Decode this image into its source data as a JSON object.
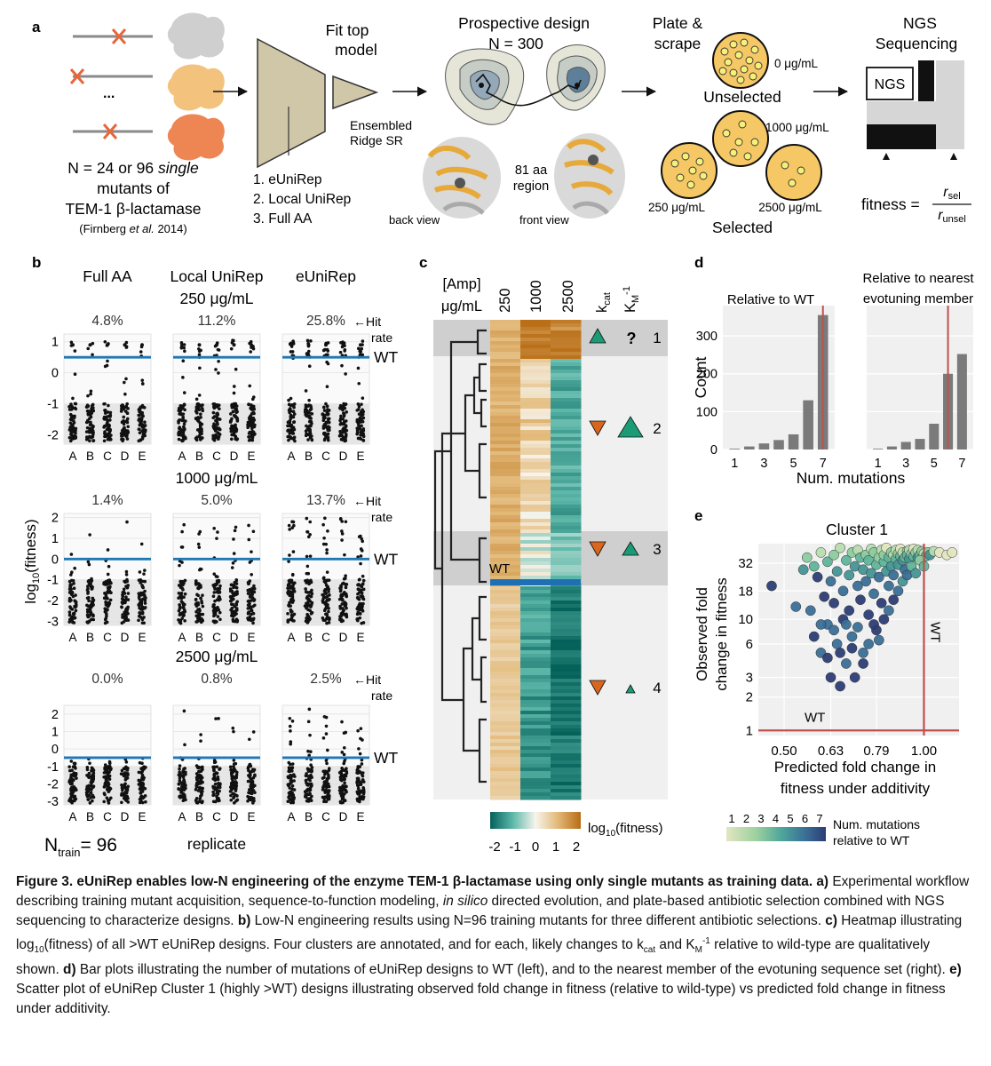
{
  "panel_labels": {
    "a": "a",
    "b": "b",
    "c": "c",
    "d": "d",
    "e": "e"
  },
  "panel_a": {
    "n_line1": "N = 24 or 96",
    "n_single": "single",
    "n_line2": "mutants of",
    "n_line3": "TEM-1 β-lactamase",
    "citation": "(Firnberg et al. 2014)",
    "citation_parts": [
      "(Firnberg ",
      "et al.",
      " 2014)"
    ],
    "ellipsis": "...",
    "fit_title_1": "Fit top",
    "fit_title_2": "model",
    "ensembled_1": "Ensembled",
    "ensembled_2": "Ridge SR",
    "models": [
      "1. eUniRep",
      "2. Local UniRep",
      "3. Full AA"
    ],
    "prospective_1": "Prospective design",
    "prospective_2": "N = 300",
    "region_1": "81 aa",
    "region_2": "region",
    "back_view": "back view",
    "front_view": "front view",
    "plate_1": "Plate &",
    "plate_2": "scrape",
    "conc_0": "0 μg/mL",
    "unselected": "Unselected",
    "conc_1000": "1000 μg/mL",
    "conc_250": "250 μg/mL",
    "conc_2500": "2500 μg/mL",
    "selected": "Selected",
    "ngs_1": "NGS",
    "ngs_2": "Sequencing",
    "ngs_box": "NGS",
    "fitness_label": "fitness =",
    "fitness_num": "r",
    "fitness_num_sub": "sel",
    "fitness_den": "r",
    "fitness_den_sub": "unsel",
    "colors": {
      "mutant_gray": "#8a8a8a",
      "cross": "#e8663a",
      "protein_1": "#cfcfcf",
      "protein_2": "#f3c27d",
      "protein_3": "#ee8654",
      "cone": "#cfc7a8",
      "colony_plate": "#f6c865",
      "colony": "#f6f07a"
    }
  },
  "panel_b": {
    "column_titles": [
      "Full AA",
      "Local UniRep",
      "eUniRep"
    ],
    "ylabel": "log₁₀(fitness)",
    "hit_rate_label_1": "←Hit",
    "hit_rate_label_2": "rate",
    "wt_label": "WT",
    "rows": [
      {
        "title": "250 μg/mL",
        "hit_rates": [
          "4.8%",
          "11.2%",
          "25.8%"
        ],
        "yticks": [
          "1",
          "0",
          "-1",
          "-2"
        ],
        "wt": 0.5
      },
      {
        "title": "1000 μg/mL",
        "hit_rates": [
          "1.4%",
          "5.0%",
          "13.7%"
        ],
        "yticks": [
          "2",
          "1",
          "0",
          "-1",
          "-2",
          "-3"
        ],
        "wt": 0.0
      },
      {
        "title": "2500 μg/mL",
        "hit_rates": [
          "0.0%",
          "0.8%",
          "2.5%"
        ],
        "yticks": [
          "2",
          "1",
          "0",
          "-1",
          "-2",
          "-3"
        ],
        "wt": -0.5
      }
    ],
    "xticks": [
      "A",
      "B",
      "C",
      "D",
      "E"
    ],
    "ntrain_1": "N",
    "ntrain_sub": "train",
    "ntrain_2": "= 96",
    "replicate": "replicate",
    "colors": {
      "wt_line": "#1f77b4",
      "points": "#111111",
      "band": "#e6e6e6"
    }
  },
  "panel_c": {
    "amp_1": "[Amp]",
    "amp_2": "μg/mL",
    "column_labels": [
      "250",
      "1000",
      "2500"
    ],
    "kcat_1": "k",
    "kcat_sub": "cat",
    "km_1": "K",
    "km_sub": "M",
    "km_sup": "-1",
    "clusters": [
      {
        "label": "1",
        "kcat": "up",
        "km": "?"
      },
      {
        "label": "2",
        "kcat": "down",
        "km": "up-big"
      },
      {
        "label": "3",
        "kcat": "down",
        "km": "up"
      },
      {
        "label": "4",
        "kcat": "down",
        "km": "up-small"
      }
    ],
    "wt_label": "WT",
    "colorbar_ticks": [
      "-2",
      "-1",
      "0",
      "1",
      "2"
    ],
    "colorbar_label": "log₁₀(fitness)",
    "colors": {
      "up_triangle": "#1b9a76",
      "down_triangle": "#d9661f",
      "wt_bar": "#1f6fb5",
      "cluster_band": "#d0d0d0",
      "low": "#05625a",
      "mid": "#f7f4ec",
      "high": "#b86d16"
    }
  },
  "panel_d": {
    "subtitles": [
      "Relative to WT",
      "Relative to nearest",
      "evotuning member"
    ],
    "ylabel": "Count",
    "xlabel": "Num. mutations",
    "yticks": [
      "0",
      "100",
      "200",
      "300"
    ],
    "xticks": [
      "1",
      "3",
      "5",
      "7"
    ],
    "xticks_right": [
      "1",
      "3",
      "5",
      "7"
    ],
    "colors": {
      "bar": "#7a7a7a",
      "red_line": "#c0504d"
    }
  },
  "panel_e": {
    "title": "Cluster 1",
    "ylabel_1": "Observed fold",
    "ylabel_2": "change in fitness",
    "xlabel_1": "Predicted fold change in",
    "xlabel_2": "fitness under additivity",
    "xticks": [
      "0.50",
      "0.63",
      "0.79",
      "1.00"
    ],
    "yticks": [
      "32",
      "18",
      "10",
      "6",
      "3",
      "2",
      "1"
    ],
    "wt_x_label": "WT",
    "wt_y_label": "WT",
    "legend_ticks": [
      "1",
      "2",
      "3",
      "4",
      "5",
      "6",
      "7"
    ],
    "legend_label_1": "Num. mutations",
    "legend_label_2": "relative to WT",
    "colors": {
      "red_line": "#c0504d"
    }
  },
  "chart_data": [
    {
      "type": "bar",
      "panel": "d-left",
      "title": "Relative to WT",
      "xlabel": "Num. mutations",
      "ylabel": "Count",
      "categories": [
        1,
        2,
        3,
        4,
        5,
        6,
        7
      ],
      "values": [
        2,
        8,
        16,
        25,
        40,
        130,
        355
      ],
      "ylim": [
        0,
        380
      ],
      "vline": 7
    },
    {
      "type": "bar",
      "panel": "d-right",
      "title": "Relative to nearest evotuning member",
      "xlabel": "Num. mutations",
      "ylabel": "Count",
      "categories": [
        1,
        2,
        3,
        4,
        5,
        6,
        7
      ],
      "values": [
        2,
        8,
        20,
        28,
        68,
        200,
        252
      ],
      "ylim": [
        0,
        380
      ],
      "vline": 6
    },
    {
      "type": "scatter",
      "panel": "e",
      "title": "Cluster 1",
      "xlabel": "Predicted fold change in fitness under additivity",
      "ylabel": "Observed fold change in fitness",
      "x_scale": "log",
      "y_scale": "log",
      "xlim": [
        0.44,
        1.19
      ],
      "ylim": [
        0.9,
        48
      ],
      "points": [
        [
          0.47,
          20,
          7
        ],
        [
          0.53,
          13,
          6
        ],
        [
          0.55,
          28,
          5
        ],
        [
          0.56,
          36,
          3
        ],
        [
          0.57,
          12,
          6
        ],
        [
          0.58,
          30,
          4
        ],
        [
          0.59,
          24,
          7
        ],
        [
          0.6,
          5,
          6
        ],
        [
          0.6,
          40,
          2
        ],
        [
          0.61,
          16,
          7
        ],
        [
          0.62,
          9,
          6
        ],
        [
          0.62,
          33,
          4
        ],
        [
          0.63,
          3,
          7
        ],
        [
          0.63,
          22,
          6
        ],
        [
          0.64,
          38,
          3
        ],
        [
          0.64,
          14,
          7
        ],
        [
          0.65,
          6,
          6
        ],
        [
          0.65,
          27,
          5
        ],
        [
          0.66,
          2.5,
          7
        ],
        [
          0.66,
          44,
          2
        ],
        [
          0.67,
          18,
          6
        ],
        [
          0.67,
          10,
          7
        ],
        [
          0.68,
          34,
          4
        ],
        [
          0.68,
          4,
          6
        ],
        [
          0.69,
          25,
          5
        ],
        [
          0.69,
          12,
          7
        ],
        [
          0.7,
          40,
          3
        ],
        [
          0.7,
          7,
          6
        ],
        [
          0.71,
          30,
          5
        ],
        [
          0.71,
          3,
          7
        ],
        [
          0.72,
          20,
          6
        ],
        [
          0.72,
          42,
          2
        ],
        [
          0.73,
          15,
          7
        ],
        [
          0.73,
          36,
          4
        ],
        [
          0.74,
          5,
          6
        ],
        [
          0.74,
          28,
          5
        ],
        [
          0.75,
          38,
          3
        ],
        [
          0.75,
          22,
          6
        ],
        [
          0.76,
          11,
          7
        ],
        [
          0.76,
          34,
          4
        ],
        [
          0.77,
          43,
          2
        ],
        [
          0.77,
          26,
          5
        ],
        [
          0.78,
          17,
          6
        ],
        [
          0.78,
          40,
          3
        ],
        [
          0.79,
          31,
          4
        ],
        [
          0.79,
          8,
          7
        ],
        [
          0.8,
          36,
          3
        ],
        [
          0.8,
          24,
          6
        ],
        [
          0.81,
          42,
          2
        ],
        [
          0.81,
          14,
          7
        ],
        [
          0.82,
          33,
          4
        ],
        [
          0.82,
          38,
          3
        ],
        [
          0.83,
          27,
          5
        ],
        [
          0.83,
          44,
          1
        ],
        [
          0.84,
          36,
          4
        ],
        [
          0.84,
          20,
          6
        ],
        [
          0.85,
          40,
          3
        ],
        [
          0.85,
          30,
          5
        ],
        [
          0.86,
          38,
          2
        ],
        [
          0.86,
          25,
          6
        ],
        [
          0.87,
          35,
          4
        ],
        [
          0.87,
          42,
          2
        ],
        [
          0.88,
          31,
          5
        ],
        [
          0.88,
          39,
          3
        ],
        [
          0.89,
          37,
          4
        ],
        [
          0.89,
          43,
          1
        ],
        [
          0.9,
          34,
          5
        ],
        [
          0.9,
          40,
          2
        ],
        [
          0.91,
          36,
          4
        ],
        [
          0.91,
          28,
          6
        ],
        [
          0.92,
          41,
          3
        ],
        [
          0.92,
          38,
          4
        ],
        [
          0.93,
          35,
          5
        ],
        [
          0.93,
          42,
          2
        ],
        [
          0.94,
          39,
          3
        ],
        [
          0.95,
          37,
          4
        ],
        [
          0.95,
          43,
          1
        ],
        [
          0.96,
          40,
          3
        ],
        [
          0.97,
          36,
          5
        ],
        [
          0.97,
          42,
          2
        ],
        [
          0.98,
          38,
          4
        ],
        [
          0.99,
          41,
          3
        ],
        [
          1.0,
          39,
          2
        ],
        [
          1.01,
          37,
          4
        ],
        [
          1.02,
          40,
          3
        ],
        [
          1.03,
          38,
          5
        ],
        [
          1.05,
          41,
          2
        ],
        [
          1.08,
          40,
          1
        ],
        [
          1.12,
          38,
          1
        ],
        [
          1.15,
          40,
          1
        ],
        [
          0.58,
          7,
          7
        ],
        [
          0.6,
          9,
          6
        ],
        [
          0.62,
          4.5,
          7
        ],
        [
          0.64,
          8,
          6
        ],
        [
          0.66,
          5,
          7
        ],
        [
          0.68,
          9,
          6
        ],
        [
          0.7,
          5.5,
          7
        ],
        [
          0.72,
          8.5,
          6
        ],
        [
          0.74,
          4,
          7
        ],
        [
          0.76,
          6,
          6
        ],
        [
          0.78,
          9,
          7
        ],
        [
          0.8,
          6.5,
          6
        ],
        [
          0.82,
          10,
          7
        ],
        [
          0.84,
          12,
          6
        ],
        [
          0.86,
          15,
          7
        ],
        [
          0.88,
          18,
          6
        ],
        [
          0.9,
          22,
          5
        ],
        [
          0.92,
          25,
          6
        ],
        [
          0.94,
          30,
          4
        ],
        [
          0.96,
          26,
          5
        ],
        [
          0.98,
          34,
          3
        ],
        [
          1.0,
          30,
          4
        ]
      ]
    }
  ]
}
